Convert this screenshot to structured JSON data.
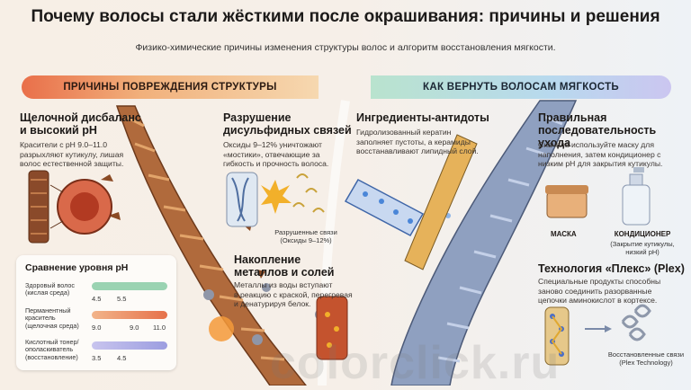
{
  "header": {
    "title": "Почему волосы стали жёсткими после окрашивания: причины и решения",
    "subtitle": "Физико-химические причины изменения структуры волос и алгоритм восстановления мягкости."
  },
  "left": {
    "banner": "ПРИЧИНЫ ПОВРЕЖДЕНИЯ СТРУКТУРЫ",
    "alkaline": {
      "heading": [
        "Щелочной дисбаланс",
        "и высокий pH"
      ],
      "text": [
        "Красители с pH 9.0–11.0",
        "разрыхляют кутикулу, лишая",
        "волос естественной защиты."
      ]
    },
    "disulfide": {
      "heading": [
        "Разрушение",
        "дисульфидных связей"
      ],
      "text": [
        "Оксиды 9–12% уничтожают",
        "«мостики», отвечающие за",
        "гибкость и прочность волоса."
      ],
      "caption": [
        "Разрушенные связи",
        "(Оксиды 9–12%)"
      ]
    },
    "metals": {
      "heading": [
        "Накопление",
        "металлов и солей"
      ],
      "text": [
        "Металлы из воды вступают",
        "в реакцию с краской, перегревая",
        "и денатурируя белок."
      ]
    },
    "ph_compare": {
      "heading": "Сравнение уровня pH",
      "rows": [
        {
          "label": [
            "Здоровый волос",
            "(кислая среда)"
          ],
          "min": "4.5",
          "max": "5.5",
          "color": "#8fcfa8"
        },
        {
          "label": [
            "Перманентный",
            "краситель",
            "(щелочная среда)"
          ],
          "min": "9.0",
          "mid": "9.0",
          "max": "11.0",
          "color": "#ea8a62"
        },
        {
          "label": [
            "Кислотный тонер/",
            "ополаскиватель",
            "(восстановление)"
          ],
          "min": "3.5",
          "max": "4.5",
          "color": "#a9a9e2"
        }
      ]
    }
  },
  "right": {
    "banner": "КАК ВЕРНУТЬ ВОЛОСАМ МЯГКОСТЬ",
    "antidotes": {
      "heading": "Ингредиенты-антидоты",
      "text": [
        "Гидролизованный кератин",
        "заполняет пустоты, а керамиды",
        "восстанавливают липидный слой."
      ]
    },
    "order": {
      "heading": [
        "Правильная",
        "последовательность ухода"
      ],
      "text": [
        "Сначала используйте маску для",
        "наполнения, затем кондиционер с",
        "низким pH для закрытия кутикулы."
      ],
      "mask_label": "МАСКА",
      "conditioner_label": "КОНДИЦИОНЕР",
      "conditioner_note": [
        "(Закрытие кутикулы,",
        "низкий pH)"
      ]
    },
    "plex": {
      "heading": "Технология «Плекс» (Plex)",
      "text": [
        "Специальные продукты способны",
        "заново соединить разорванные",
        "цепочки аминокислот в кортексе."
      ],
      "caption": [
        "Восстановленные связи",
        "(Plex Technology)"
      ]
    }
  },
  "watermark": "colorclick.ru"
}
